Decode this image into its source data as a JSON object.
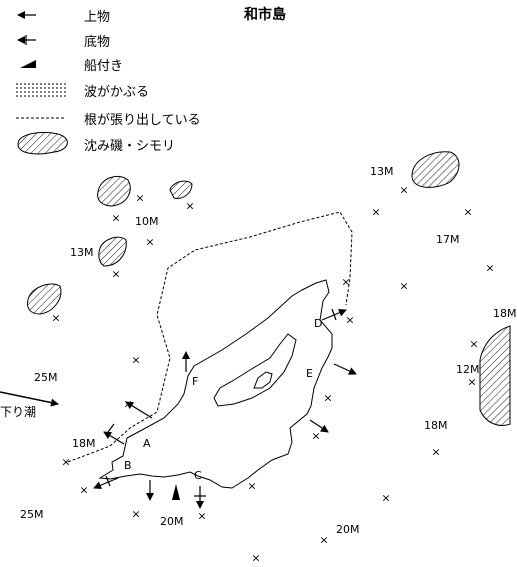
{
  "title": "和市島",
  "legend": [
    {
      "symbol": "surface-arrow-icon",
      "label": "上物"
    },
    {
      "symbol": "bottom-arrow-icon",
      "label": "底物"
    },
    {
      "symbol": "boat-landing-icon",
      "label": "船付き"
    },
    {
      "symbol": "wave-overwash-icon",
      "label": "波がかぶる"
    },
    {
      "symbol": "root-extension-icon",
      "label": "根が張り出している"
    },
    {
      "symbol": "submerged-rock-icon",
      "label": "沈み磯・シモリ"
    }
  ],
  "depths": [
    "13M",
    "10M",
    "13M",
    "17M",
    "25M",
    "18M",
    "12M",
    "18M",
    "18M",
    "25M",
    "20M",
    "20M"
  ],
  "current_label": "下り潮",
  "points": [
    "A",
    "B",
    "C",
    "D",
    "E",
    "F"
  ],
  "colors": {
    "ink": "#000000",
    "background": "#ffffff"
  }
}
